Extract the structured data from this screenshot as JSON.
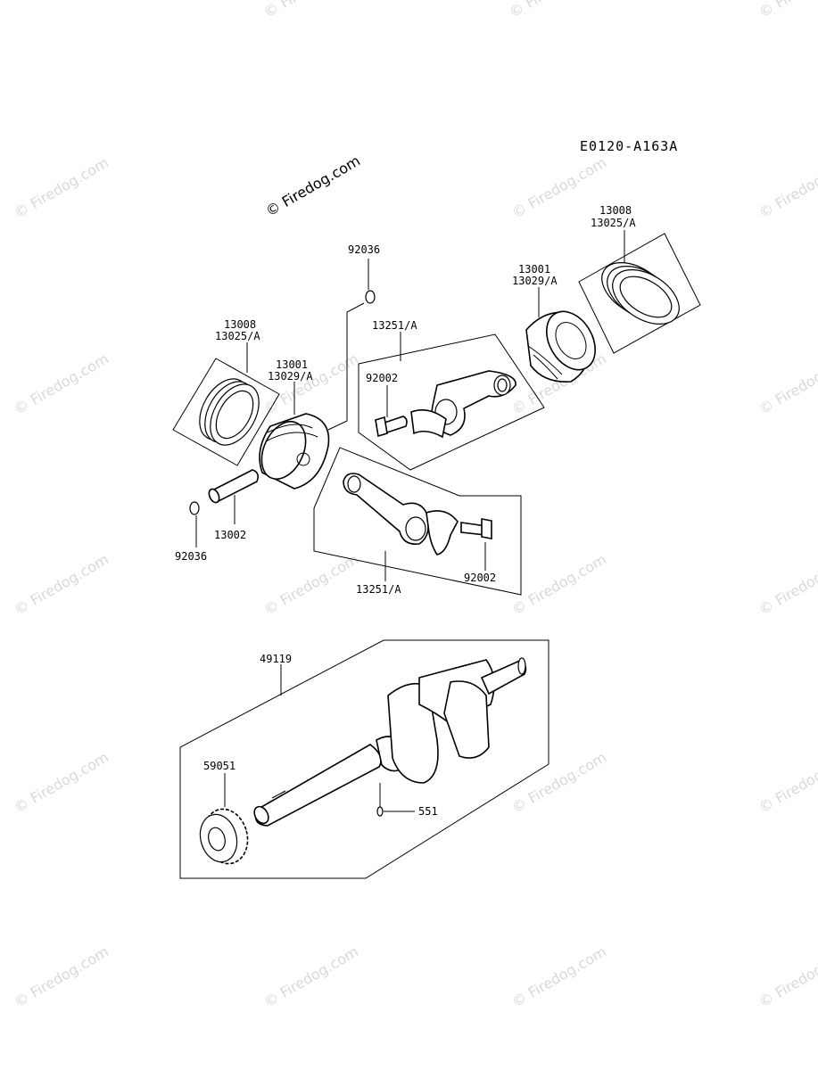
{
  "diagram_code": "E0120-A163A",
  "copyright_text": "© Firedog.com",
  "watermark_text": "© Firedog.com",
  "labels": {
    "ring_set_left": [
      "13008",
      "13025/A"
    ],
    "piston_left": [
      "13001",
      "13029/A"
    ],
    "clip_top": "92036",
    "rod_upper": "13251/A",
    "bolt_upper": "92002",
    "ring_set_right": [
      "13008",
      "13025/A"
    ],
    "piston_right": [
      "13001",
      "13029/A"
    ],
    "clip_bottom": "92036",
    "pin": "13002",
    "rod_lower": "13251/A",
    "bolt_lower": "92002",
    "crankshaft": "49119",
    "gear": "59051",
    "key": "551"
  }
}
